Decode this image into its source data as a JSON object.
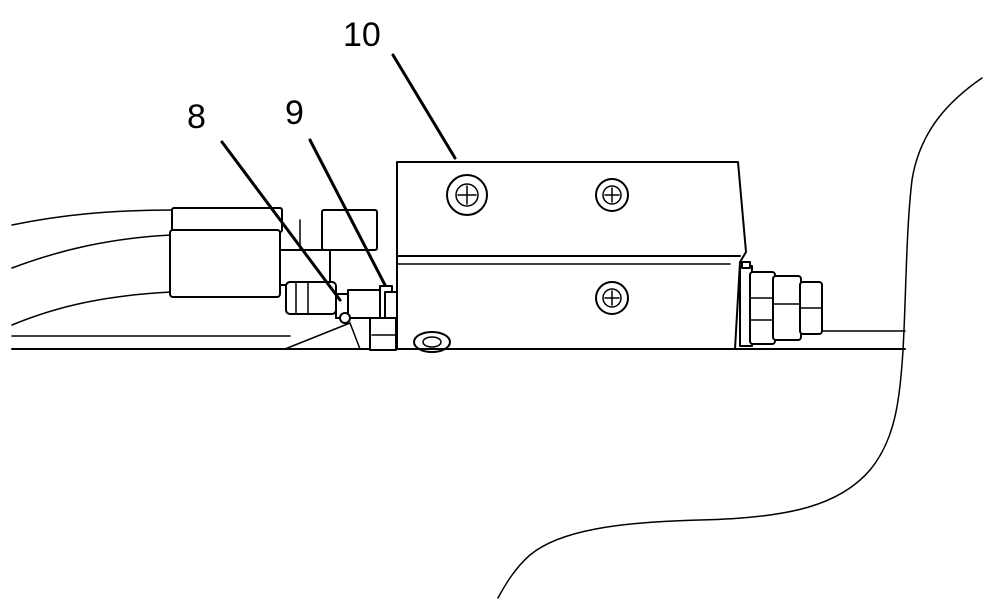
{
  "callouts": [
    {
      "id": "8",
      "label": "8"
    },
    {
      "id": "9",
      "label": "9"
    },
    {
      "id": "10",
      "label": "10"
    }
  ],
  "colors": {
    "line": "#000000",
    "background": "#ffffff"
  }
}
